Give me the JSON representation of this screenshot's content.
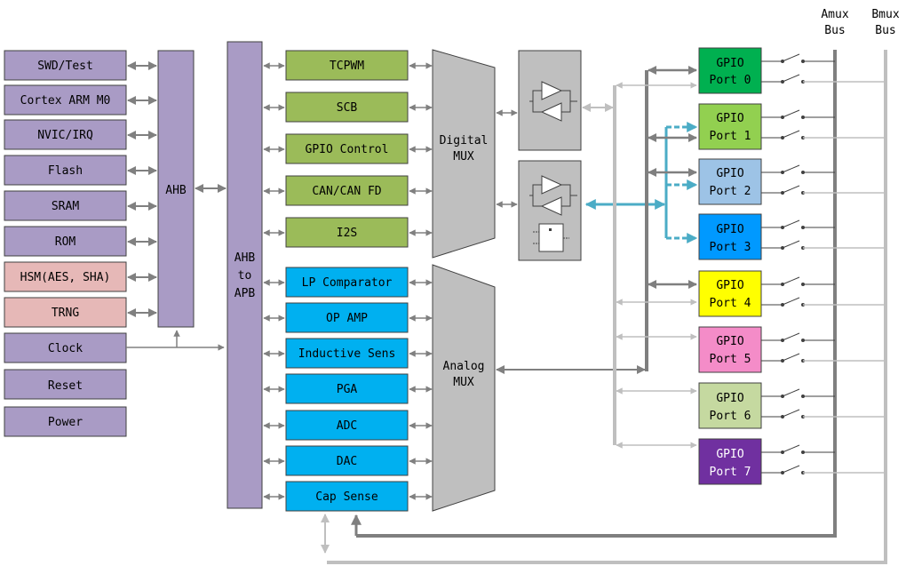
{
  "left_blocks": [
    {
      "label": "SWD/Test",
      "color": "#a99bc5"
    },
    {
      "label": "Cortex ARM M0",
      "color": "#a99bc5"
    },
    {
      "label": "NVIC/IRQ",
      "color": "#a99bc5"
    },
    {
      "label": "Flash",
      "color": "#a99bc5"
    },
    {
      "label": "SRAM",
      "color": "#a99bc5"
    },
    {
      "label": "ROM",
      "color": "#a99bc5"
    },
    {
      "label": "HSM(AES, SHA)",
      "color": "#e6b8b7"
    },
    {
      "label": "TRNG",
      "color": "#e6b8b7"
    },
    {
      "label": "Clock",
      "color": "#a99bc5"
    },
    {
      "label": "Reset",
      "color": "#a99bc5"
    },
    {
      "label": "Power",
      "color": "#a99bc5"
    }
  ],
  "ahb": {
    "label": "AHB",
    "color": "#a99bc5"
  },
  "ahb_apb": {
    "lines": [
      "AHB",
      "to",
      "APB"
    ],
    "color": "#a99bc5"
  },
  "digital_peripherals": [
    {
      "label": "TCPWM",
      "color": "#9bbb59"
    },
    {
      "label": "SCB",
      "color": "#9bbb59"
    },
    {
      "label": "GPIO Control",
      "color": "#9bbb59"
    },
    {
      "label": "CAN/CAN FD",
      "color": "#9bbb59"
    },
    {
      "label": "I2S",
      "color": "#9bbb59"
    }
  ],
  "analog_peripherals": [
    {
      "label": "LP Comparator",
      "color": "#00b0f0"
    },
    {
      "label": "OP AMP",
      "color": "#00b0f0"
    },
    {
      "label": "Inductive Sens",
      "color": "#00b0f0"
    },
    {
      "label": "PGA",
      "color": "#00b0f0"
    },
    {
      "label": "ADC",
      "color": "#00b0f0"
    },
    {
      "label": "DAC",
      "color": "#00b0f0"
    },
    {
      "label": "Cap Sense",
      "color": "#00b0f0"
    }
  ],
  "digital_mux": {
    "lines": [
      "Digital",
      "MUX"
    ]
  },
  "analog_mux": {
    "lines": [
      "Analog",
      "MUX"
    ]
  },
  "gpio_ports": [
    {
      "lines": [
        "GPIO",
        "Port 0"
      ],
      "color": "#00b050",
      "text_color": "#000000"
    },
    {
      "lines": [
        "GPIO",
        "Port 1"
      ],
      "color": "#92d050",
      "text_color": "#000000"
    },
    {
      "lines": [
        "GPIO",
        "Port 2"
      ],
      "color": "#9dc3e6",
      "text_color": "#000000"
    },
    {
      "lines": [
        "GPIO",
        "Port 3"
      ],
      "color": "#0099ff",
      "text_color": "#000000"
    },
    {
      "lines": [
        "GPIO",
        "Port 4"
      ],
      "color": "#ffff00",
      "text_color": "#000000"
    },
    {
      "lines": [
        "GPIO",
        "Port 5"
      ],
      "color": "#f48cc8",
      "text_color": "#000000"
    },
    {
      "lines": [
        "GPIO",
        "Port 6"
      ],
      "color": "#c5d9a0",
      "text_color": "#000000"
    },
    {
      "lines": [
        "GPIO",
        "Port 7"
      ],
      "color": "#7030a0",
      "text_color": "#ffffff"
    }
  ],
  "buses": [
    {
      "lines": [
        "Amux",
        "Bus"
      ]
    },
    {
      "lines": [
        "Bmux",
        "Bus"
      ]
    }
  ],
  "colors": {
    "arrow_gray": "#808080",
    "light_gray": "#bfbfbf",
    "dark_bus": "#7f7f7f",
    "hsiom_blue": "#4bacc6",
    "mux_fill": "#bfbfbf",
    "outline": "#404040"
  }
}
